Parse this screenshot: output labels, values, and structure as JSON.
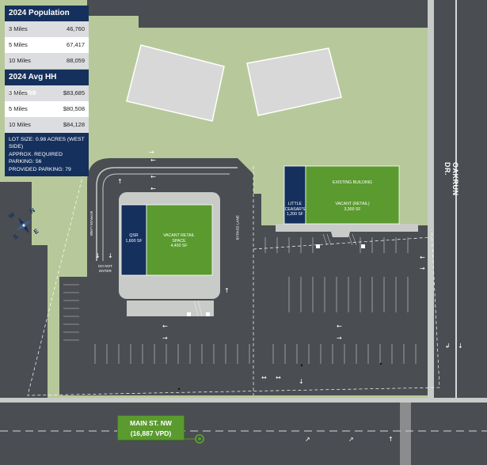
{
  "population": {
    "title": "2024 Population",
    "rows": [
      {
        "label": "3 Miles",
        "value": "46,760"
      },
      {
        "label": "5 Miles",
        "value": "67,417"
      },
      {
        "label": "10 Miles",
        "value": "88,059"
      }
    ]
  },
  "income": {
    "title": "2024 Avg HH Income",
    "rows": [
      {
        "label": "3 Miles",
        "value": "$83,685"
      },
      {
        "label": "5 Miles",
        "value": "$80,508"
      },
      {
        "label": "10 Miles",
        "value": "$84,128"
      }
    ]
  },
  "lot_info": {
    "line1": "LOT SIZE: 0.98 ACRES (WEST SIDE)",
    "line2": "APPROX. REQUIRED",
    "line3": "PARKING: 56",
    "line4": "PROVIDED PARKING: 79"
  },
  "buildings": {
    "qsr": {
      "name": "QSR",
      "size": "1,600 SF"
    },
    "vacant_retail_space": {
      "name": "VACANT RETAIL SPACE",
      "size": "4,400 SF"
    },
    "existing": {
      "name": "EXISTING BUILDING"
    },
    "little_caesars": {
      "name": "LITTLE CEASAR'S",
      "size": "1,200 SF"
    },
    "vacant_retail": {
      "name": "VACANT (RETAIL)",
      "size": "3,300 SF"
    }
  },
  "labels": {
    "bypass_lane_left": "BYPASS LANE",
    "bypass_lane_right": "BYPASS LANE",
    "do_not_enter": "DO NOT ENTER",
    "oakrun": "OAKRUN DR.",
    "main_st_name": "MAIN ST. NW",
    "main_st_vpd": "(16,887 VPD)"
  },
  "compass": {
    "n": "N",
    "e": "E",
    "w": "W",
    "s": "S"
  },
  "colors": {
    "navy": "#15305c",
    "green": "#5a9a2e",
    "lawn": "#b7c99a",
    "asphalt": "#4a4d52",
    "sidewalk": "#c9cbc8"
  }
}
